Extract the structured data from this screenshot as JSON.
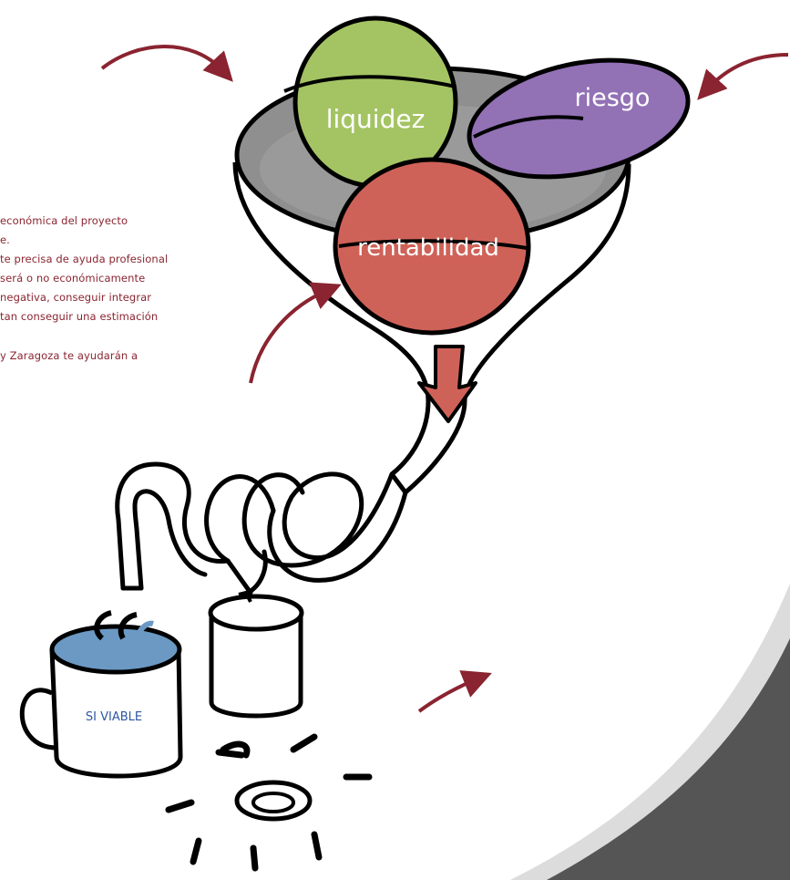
{
  "diagram": {
    "labels": {
      "liquidity": "liquidez",
      "risk": "riesgo",
      "profitability": "rentabilidad",
      "mug": "SI VIABLE"
    },
    "side_text_lines": [
      "económica del proyecto",
      "e.",
      "te precisa de ayuda profesional",
      "será o no económicamente",
      "negativa, conseguir integrar",
      "tan conseguir una estimación",
      "",
      "y Zaragoza te ayudarán a"
    ],
    "colors": {
      "liquidity": "#a4c463",
      "risk": "#9271b5",
      "profitability": "#cf6258",
      "funnel_rim": "#8f8f8f",
      "arrow": "#8a2430",
      "mug_liquid": "#6b99c4",
      "corner_band": "#555555",
      "text": "#8a2430"
    },
    "icons": [
      "curved-arrow-icon",
      "down-arrow-icon",
      "coffee-mug-icon",
      "cup-icon"
    ]
  }
}
